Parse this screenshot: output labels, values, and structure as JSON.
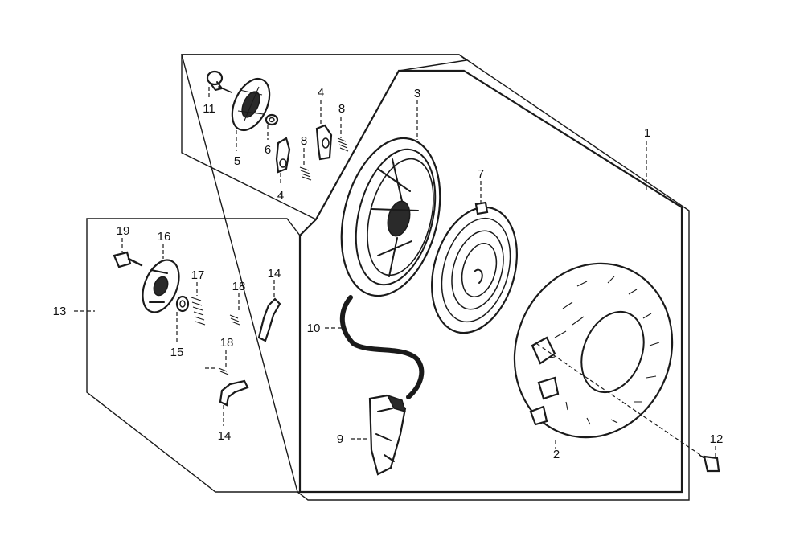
{
  "parts": [
    {
      "id": "1",
      "label": "1"
    },
    {
      "id": "2",
      "label": "2"
    },
    {
      "id": "3",
      "label": "3"
    },
    {
      "id": "4a",
      "label": "4"
    },
    {
      "id": "4b",
      "label": "4"
    },
    {
      "id": "5",
      "label": "5"
    },
    {
      "id": "6",
      "label": "6"
    },
    {
      "id": "7",
      "label": "7"
    },
    {
      "id": "8a",
      "label": "8"
    },
    {
      "id": "8b",
      "label": "8"
    },
    {
      "id": "9",
      "label": "9"
    },
    {
      "id": "10",
      "label": "10"
    },
    {
      "id": "11",
      "label": "11"
    },
    {
      "id": "12",
      "label": "12"
    },
    {
      "id": "13",
      "label": "13"
    },
    {
      "id": "14a",
      "label": "14"
    },
    {
      "id": "14b",
      "label": "14"
    },
    {
      "id": "15",
      "label": "15"
    },
    {
      "id": "16",
      "label": "16"
    },
    {
      "id": "17",
      "label": "17"
    },
    {
      "id": "18a",
      "label": "18"
    },
    {
      "id": "18b",
      "label": "18"
    },
    {
      "id": "19",
      "label": "19"
    }
  ]
}
